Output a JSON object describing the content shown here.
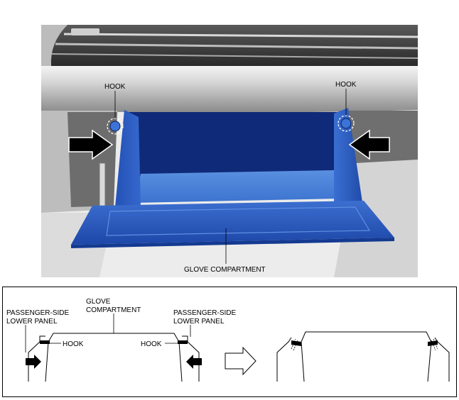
{
  "top_view": {
    "hook_left": "HOOK",
    "hook_right": "HOOK",
    "glove_compartment": "GLOVE COMPARTMENT"
  },
  "bottom_view": {
    "glove_line1": "GLOVE",
    "glove_line2": "COMPARTMENT",
    "left_panel_line1": "PASSENGER-SIDE",
    "left_panel_line2": "LOWER PANEL",
    "right_panel_line1": "PASSENGER-SIDE",
    "right_panel_line2": "LOWER PANEL",
    "hook_left": "HOOK",
    "hook_right": "HOOK"
  },
  "colors": {
    "compartment_blue": "#2f5fc4",
    "compartment_dark": "#0f2a78",
    "interior_light": "#4b82d8",
    "panel_gray": "#c9c9c9"
  }
}
